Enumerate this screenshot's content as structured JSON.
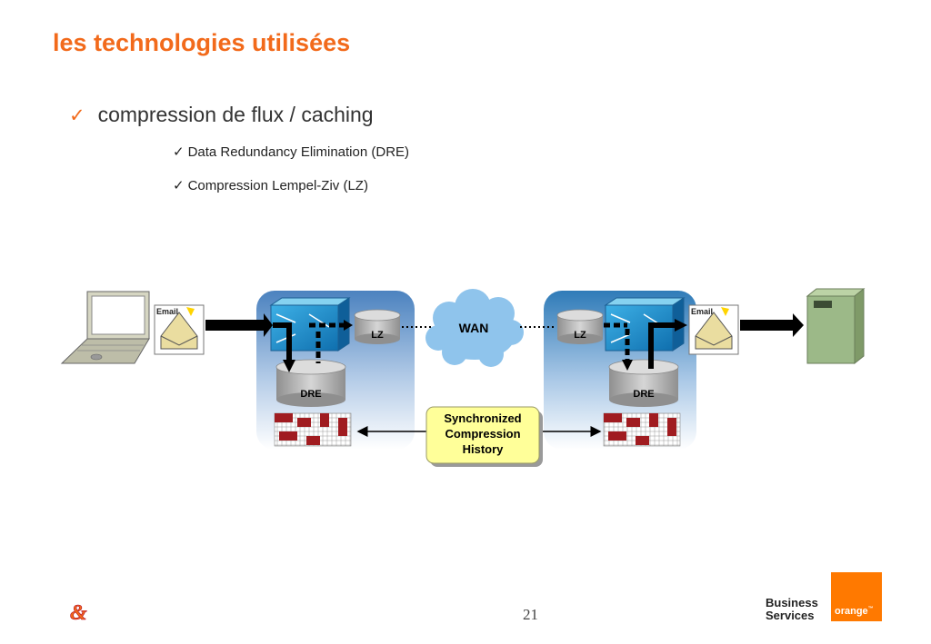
{
  "slide": {
    "title": "les technologies utilisées",
    "bullet": "compression de flux / caching",
    "subbullets": [
      "Data Redundancy Elimination (DRE)",
      "Compression Lempel-Ziv (LZ)"
    ],
    "check_mark": "✓",
    "page_number": "21"
  },
  "diagram": {
    "wan_label": "WAN",
    "lz_label": "LZ",
    "dre_label": "DRE",
    "email_label": "Email",
    "sync_lines": [
      "Synchronized",
      "Compression",
      "History"
    ]
  },
  "footer": {
    "brand_line1": "Business",
    "brand_line2": "Services",
    "logo_text": "orange",
    "logo_tm": "™",
    "amp_symbol": "&"
  },
  "colors": {
    "title": "#f26a1b",
    "orange_logo": "#ff7900",
    "panel_blue": "#4d86c0",
    "cloud": "#8fc4ec",
    "cache_red": "#a01c20",
    "sync_box": "#ffff99"
  },
  "icons": [
    "laptop-icon",
    "email-icon",
    "router-icon",
    "disk-icon",
    "cloud-icon",
    "cache-grid-icon",
    "server-icon"
  ]
}
